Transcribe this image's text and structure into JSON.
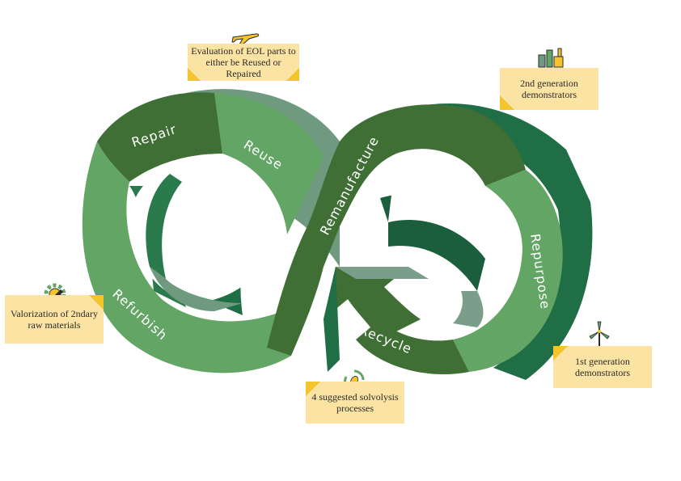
{
  "segments": {
    "repair": "Repair",
    "reuse": "Reuse",
    "remanufacture": "Remanufacture",
    "repurpose": "Repurpose",
    "recycle": "Recycle",
    "refurbish": "Refurbish"
  },
  "callouts": {
    "eol": "Evaluation of EOL parts to either be Reused or Repaired",
    "gen2": "2nd generation demonstrators",
    "valorization": "Valorization of 2ndary raw materials",
    "gen1": "1st generation demonstrators",
    "solvolysis": "4 suggested solvolysis processes"
  },
  "icons": {
    "eol": "airplane-icon",
    "gen2": "factory-icon",
    "valorization": "gear-wrench-icon",
    "gen1": "wind-turbine-icon",
    "solvolysis": "recycle-leaves-icon"
  },
  "colors": {
    "dark_green": "#3f6f35",
    "light_green": "#63a565",
    "mid_green": "#4c8a55",
    "side_green": "#1f6e45",
    "grey_green": "#7a9e8a",
    "callout_bg": "#fbe3a3",
    "callout_accent": "#f3c42b"
  }
}
